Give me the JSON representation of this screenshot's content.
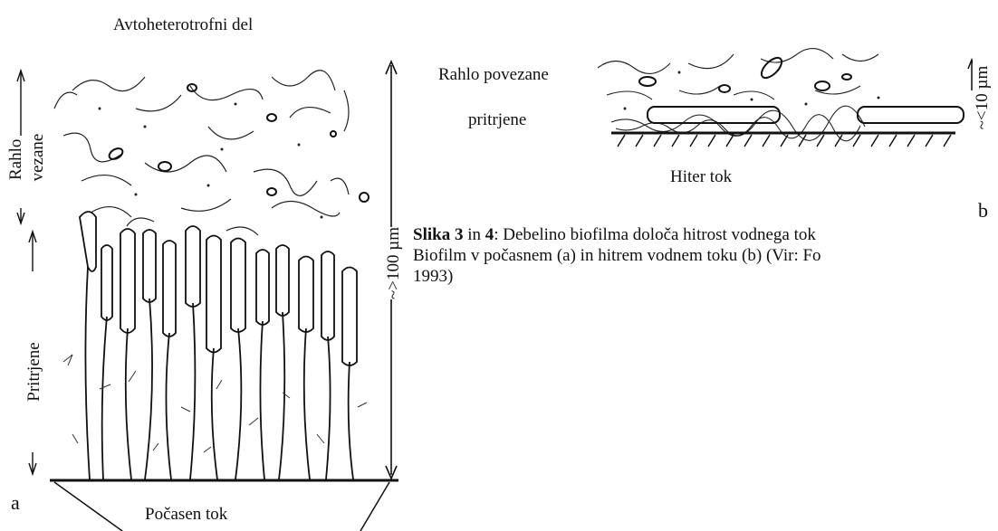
{
  "figure_a": {
    "title": "Avtoheterotrofni del",
    "loose_label_line1": "Rahlo",
    "loose_label_line2": "vezane",
    "attached_label": "Pritrjene",
    "thickness_label": "~>100 µm",
    "bottom_label": "Počasen tok",
    "panel_letter": "a"
  },
  "figure_b": {
    "loose_label": "Rahlo povezane",
    "attached_label": "pritrjene",
    "thickness_label": "~<10 µm",
    "bottom_label": "Hiter tok",
    "panel_letter": "b"
  },
  "caption": {
    "bold1": "Slika 3",
    "mid": " in ",
    "bold2": "4",
    "text1": ": Debelino biofilma določa hitrost vodnega tok",
    "text2": "Biofilm v počasnem (a) in hitrem vodnem toku (b) (Vir: Fo",
    "text3": "1993)"
  }
}
